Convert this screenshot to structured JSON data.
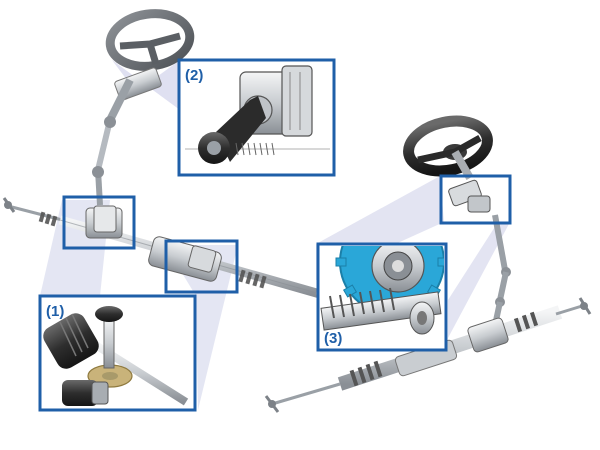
{
  "colors": {
    "frame": "#1f5fa8",
    "label": "#1f5fa8",
    "beam": "#d9dbee",
    "metal_light": "#eceef0",
    "metal_mid": "#bfc3c8",
    "metal_dark": "#7d8288",
    "rubber": "#2b2b2b",
    "gear_highlight": "#2aa7d8",
    "brass": "#c9b37a"
  },
  "callouts": [
    {
      "id": "callout-1",
      "label": "(1)"
    },
    {
      "id": "callout-2",
      "label": "(2)"
    },
    {
      "id": "callout-3",
      "label": "(3)"
    }
  ],
  "icons": {
    "left_assembly": "steering-system-column-assist-icon",
    "right_assembly": "steering-system-rack-assist-icon",
    "detail_1": "worm-gear-icon",
    "detail_2": "belt-drive-motor-icon",
    "detail_3": "rack-pinion-gear-icon"
  }
}
